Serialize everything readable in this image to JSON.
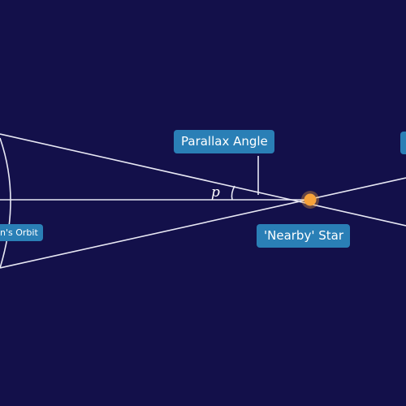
{
  "labels": {
    "parallax_angle": "Parallax Angle",
    "nearby_star": "'Nearby' Star",
    "orbit": "n's Orbit",
    "angle_symbol": "p"
  },
  "colors": {
    "background": "#13104a",
    "line": "#e8e8f4",
    "tag": "#2a7fb6",
    "star": "#f7a23b"
  }
}
